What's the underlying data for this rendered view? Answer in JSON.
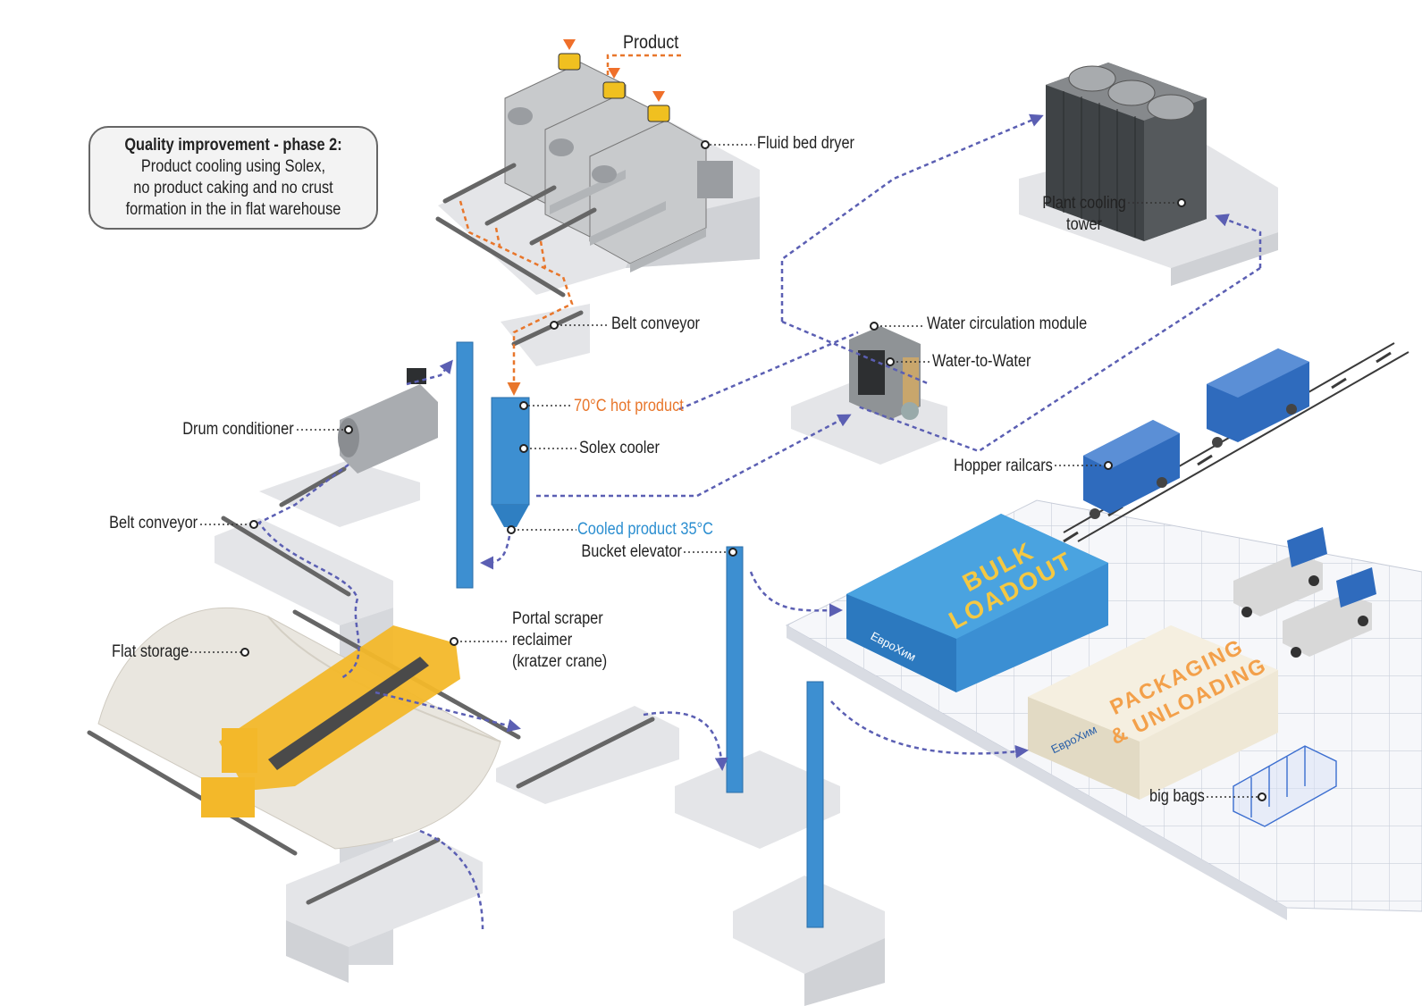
{
  "callout": {
    "title": "Quality improvement - phase 2:",
    "lines": [
      "Product cooling using Solex,",
      "no product caking and no crust",
      "formation in the in flat warehouse"
    ]
  },
  "labels": {
    "product": "Product",
    "fluid_bed_dryer": "Fluid bed dryer",
    "plant_cooling_tower": [
      "Plant cooling",
      "tower"
    ],
    "belt_conveyor_top": "Belt conveyor",
    "water_circulation_module": "Water circulation module",
    "water_to_water": "Water-to-Water",
    "hot_product": "70°C hot product",
    "drum_conditioner": "Drum conditioner",
    "solex_cooler": "Solex cooler",
    "hopper_railcars": "Hopper railcars",
    "belt_conveyor_left": "Belt conveyor",
    "cooled_product": "Cooled product 35°C",
    "bucket_elevator": "Bucket elevator",
    "portal_scraper": [
      "Portal scraper",
      "reclaimer",
      "(kratzer crane)"
    ],
    "flat_storage": "Flat storage",
    "big_bags": "big bags"
  },
  "buildings": {
    "bulk": [
      "BULK",
      "LOADOUT"
    ],
    "packaging": [
      "PACKAGING",
      "& UNLOADING"
    ],
    "brand": "ЕвроХим"
  },
  "colors": {
    "accent_blue": "#3d8fd1",
    "flow_orange": "#e8762b",
    "flow_purple": "#5b5fb3",
    "crane_yellow": "#f3b82a"
  }
}
